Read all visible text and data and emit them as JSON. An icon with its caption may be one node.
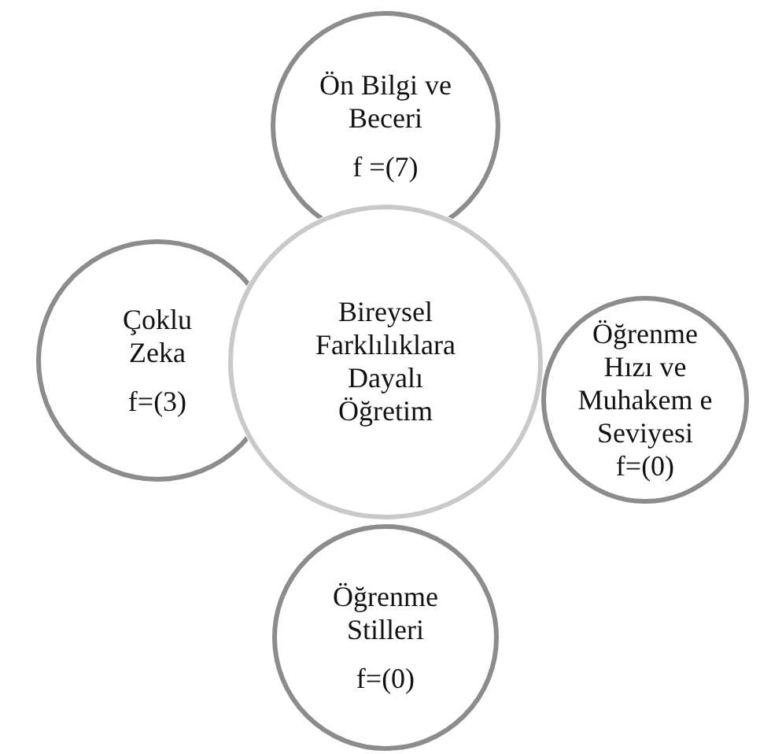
{
  "diagram": {
    "nodes": [
      {
        "text": [
          "Bireysel Farklılıklara Dayalı Öğretim"
        ]
      },
      {
        "text": [
          "Ön Bilgi ve Beceri",
          "f =(7)"
        ]
      },
      {
        "text": [
          "Çoklu Zeka",
          "f=(3)"
        ]
      },
      {
        "text": [
          "Öğrenme Hızı ve Muhakem e Seviyesi",
          "f=(0)"
        ]
      },
      {
        "text": [
          "Öğrenme Stilleri",
          "f=(0)"
        ]
      }
    ]
  }
}
